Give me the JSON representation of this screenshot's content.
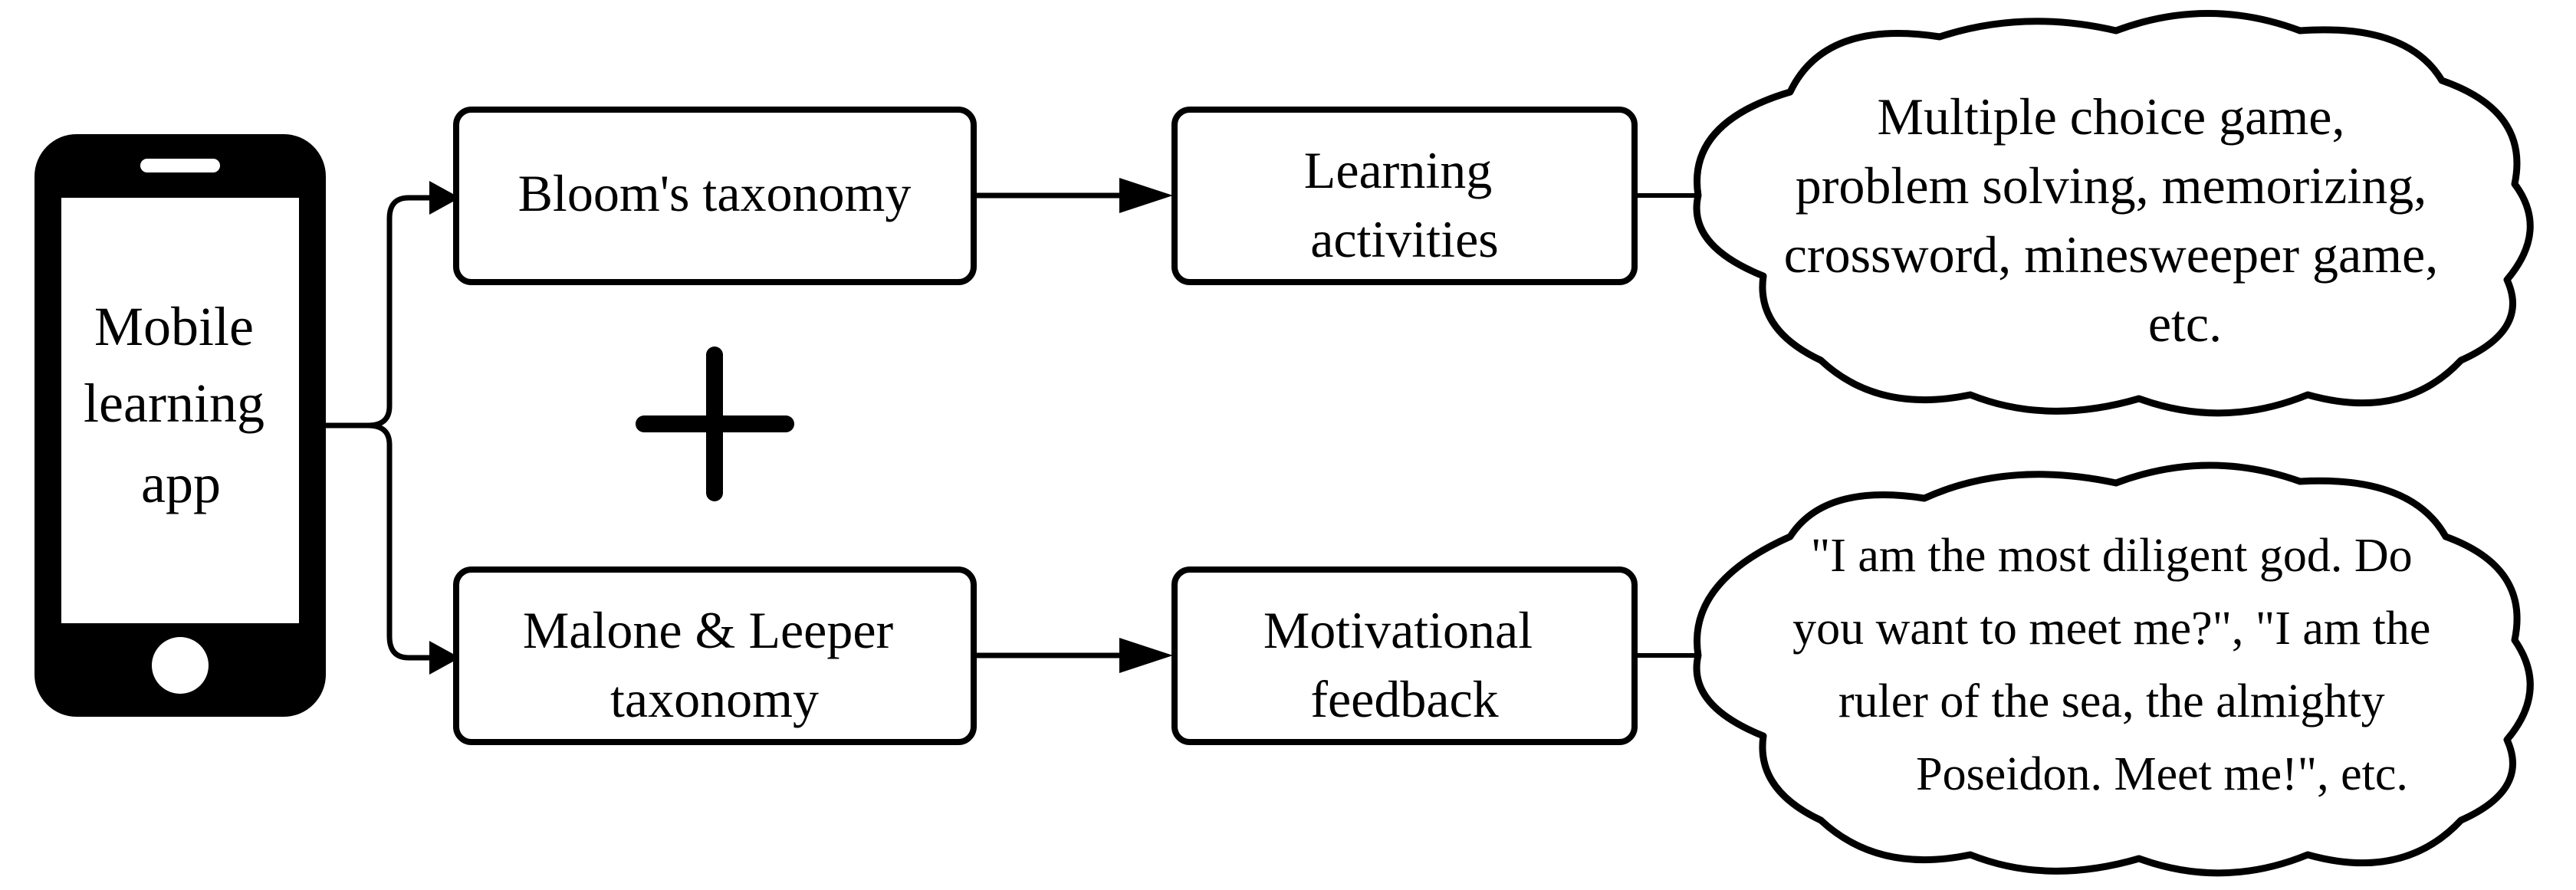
{
  "app_label": [
    "Mobile",
    "learning",
    "app"
  ],
  "boxes": {
    "blooms": {
      "lines": [
        "Bloom's taxonomy"
      ]
    },
    "malone": {
      "lines": [
        "Malone & Leeper",
        "taxonomy"
      ]
    },
    "learning_activities": {
      "lines": [
        "Learning",
        "activities"
      ]
    },
    "motivational_feedback": {
      "lines": [
        "Motivational",
        "feedback"
      ]
    }
  },
  "clouds": {
    "activities_examples": {
      "lines": [
        "Multiple choice game,",
        "problem solving, memorizing,",
        "crossword, minesweeper game,",
        "etc."
      ]
    },
    "feedback_examples": {
      "lines": [
        "\"I am the most diligent god. Do",
        "you want to meet me?\", \"I am the",
        "ruler of the sea, the almighty",
        "Poseidon. Meet me!\", etc."
      ]
    }
  },
  "plus_symbol": "plus-icon"
}
